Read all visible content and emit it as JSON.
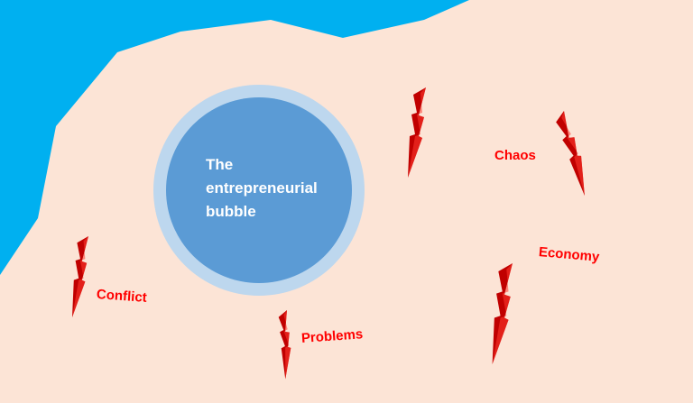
{
  "bubble": {
    "lines": [
      "The",
      "entrepreneurial",
      "bubble"
    ]
  },
  "labels": {
    "chaos": "Chaos",
    "economy": "Economy",
    "conflict": "Conflict",
    "problems": "Problems"
  },
  "colors": {
    "background": "#fce4d6",
    "water": "#00b0f0",
    "bubble_outer": "#bdd7ee",
    "bubble_inner": "#5b9bd5",
    "bubble_text": "#ffffff",
    "bolt_fill": "#c00000",
    "bolt_light": "#ff3b2f",
    "label": "#ff0000"
  },
  "icons": [
    "lightning-bolt-icon"
  ]
}
